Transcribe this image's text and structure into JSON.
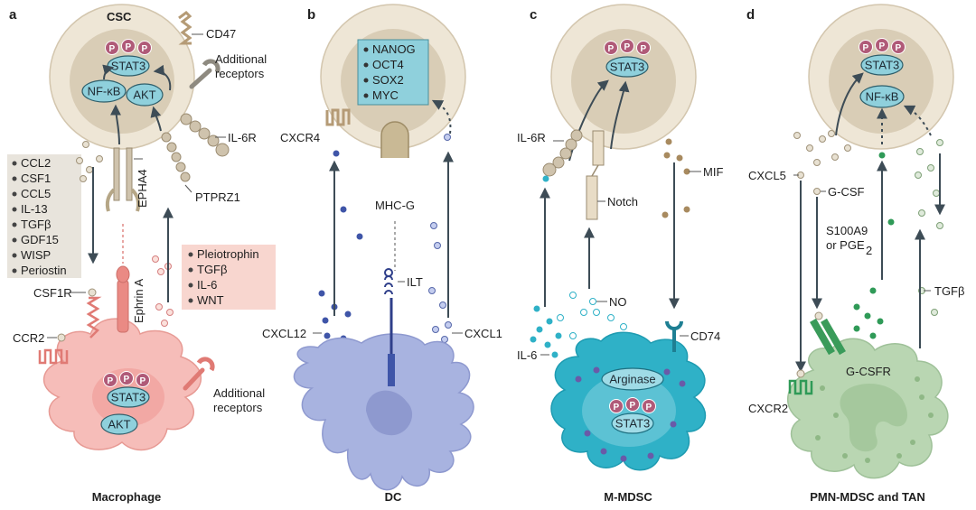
{
  "panels": {
    "a": {
      "letter": "a",
      "csc_label": "CSC",
      "csc_nodes": [
        "STAT3",
        "NF-κB",
        "AKT"
      ],
      "cd47": "CD47",
      "additional_receptors_csc": [
        "Additional",
        "receptors"
      ],
      "il6r": "IL-6R",
      "ptprz1": "PTPRZ1",
      "epha4": "EPHA4",
      "ephrin_a": "Ephrin A",
      "csf1r": "CSF1R",
      "ccr2": "CCR2",
      "macrophage_nodes": [
        "STAT3",
        "AKT"
      ],
      "additional_receptors_mac": [
        "Additional",
        "receptors"
      ],
      "macrophage_factors": [
        "CCL2",
        "CSF1",
        "CCL5",
        "IL-13",
        "TGFβ",
        "GDF15",
        "WISP",
        "Periostin"
      ],
      "csc_factors": [
        "Pleiotrophin",
        "TGFβ",
        "IL-6",
        "WNT"
      ],
      "cell_name": "Macrophage"
    },
    "b": {
      "letter": "b",
      "csc_factors": [
        "NANOG",
        "OCT4",
        "SOX2",
        "MYC"
      ],
      "cxcr4": "CXCR4",
      "mhcg": "MHC-G",
      "ilt": "ILT",
      "cxcl12": "CXCL12",
      "cxcl1": "CXCL1",
      "cell_name": "DC"
    },
    "c": {
      "letter": "c",
      "csc_nodes": [
        "STAT3"
      ],
      "il6r": "IL-6R",
      "notch": "Notch",
      "mif": "MIF",
      "no": "NO",
      "il6": "IL-6",
      "cd74": "CD74",
      "arginase": "Arginase",
      "mdsc_nodes": [
        "STAT3"
      ],
      "cell_name": "M-MDSC"
    },
    "d": {
      "letter": "d",
      "csc_nodes": [
        "STAT3",
        "NF-κB"
      ],
      "cxcl5": "CXCL5",
      "gcsf": "G-CSF",
      "s100a9": "S100A9",
      "or_pge": "or PGE",
      "pge_sub": "2",
      "tgfb": "TGFβ",
      "gcsfr": "G-CSFR",
      "cxcr2": "CXCR2",
      "cell_name": "PMN-MDSC and TAN"
    }
  },
  "phospho_label": "P",
  "colors": {
    "csc_outer": "#ebe3d3",
    "csc_inner": "#d8ccb6",
    "node": "#8fd0dc",
    "phospho": "#b05a78",
    "macrophage": "#f4b9b5",
    "dc": "#a8b3e0",
    "mdsc": "#2fb1c7",
    "pmn": "#b9d6b2",
    "arrow": "#3d4c56"
  }
}
